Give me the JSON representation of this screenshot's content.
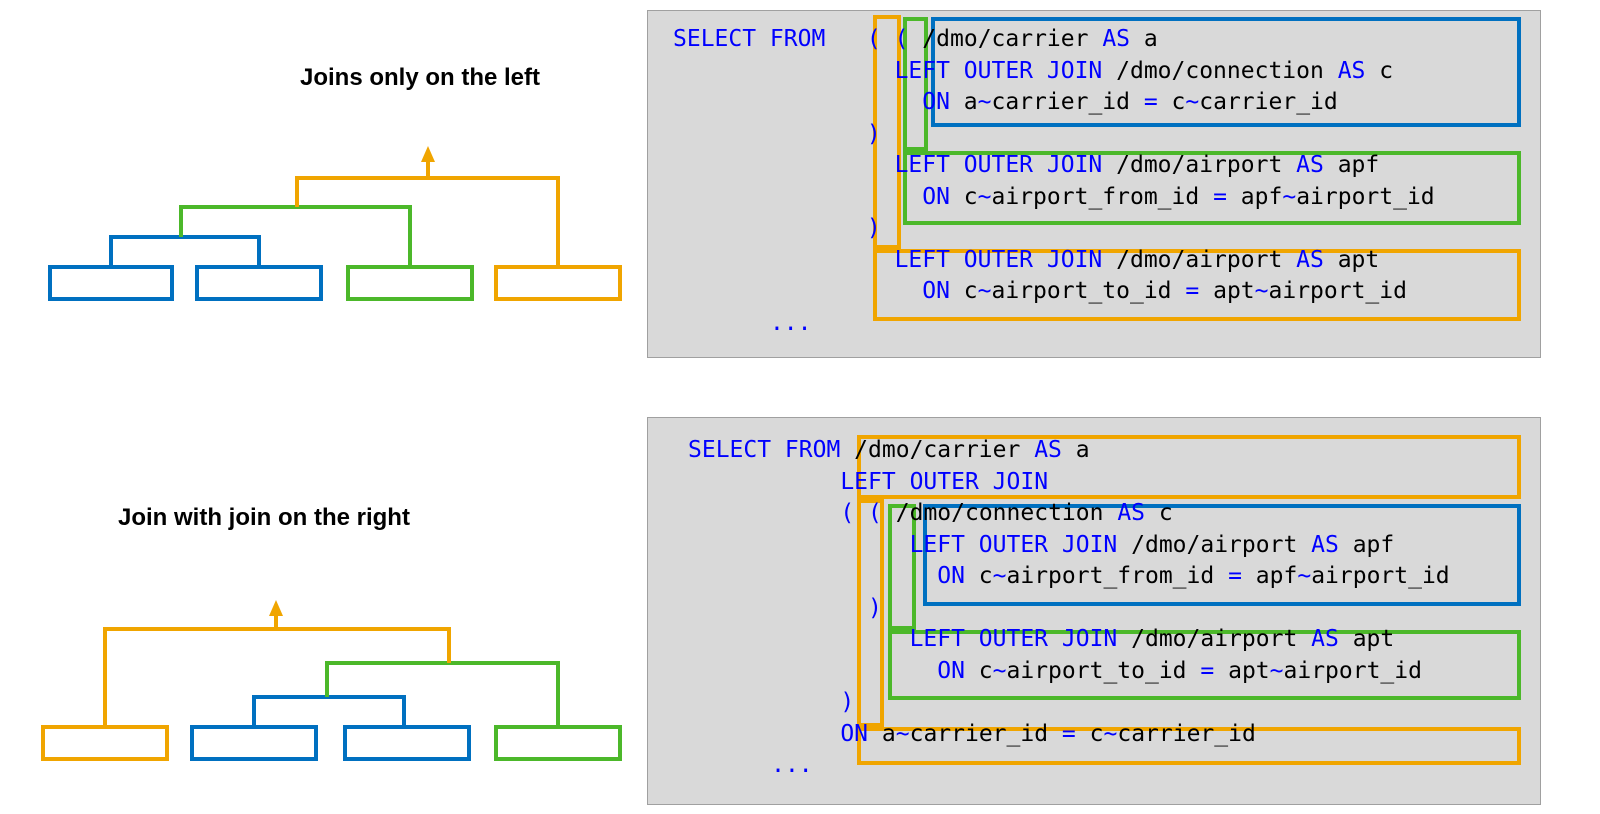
{
  "diagrams": [
    {
      "title": "Joins only on the left",
      "code": [
        [
          {
            "t": "SELECT FROM",
            "k": "kw"
          },
          {
            "t": "   "
          },
          {
            "t": "(",
            "k": "kw"
          },
          {
            "t": " "
          },
          {
            "t": "(",
            "k": "kw"
          },
          {
            "t": " /dmo/carrier "
          },
          {
            "t": "AS",
            "k": "kw"
          },
          {
            "t": " a"
          }
        ],
        [
          {
            "t": "                "
          },
          {
            "t": "LEFT OUTER JOIN",
            "k": "kw"
          },
          {
            "t": " /dmo/connection "
          },
          {
            "t": "AS",
            "k": "kw"
          },
          {
            "t": " c"
          }
        ],
        [
          {
            "t": "                  "
          },
          {
            "t": "ON",
            "k": "kw"
          },
          {
            "t": " a"
          },
          {
            "t": "~",
            "k": "op"
          },
          {
            "t": "carrier_id "
          },
          {
            "t": "=",
            "k": "op"
          },
          {
            "t": " c"
          },
          {
            "t": "~",
            "k": "op"
          },
          {
            "t": "carrier_id"
          }
        ],
        [
          {
            "t": "              "
          },
          {
            "t": ")",
            "k": "kw"
          }
        ],
        [
          {
            "t": "                "
          },
          {
            "t": "LEFT OUTER JOIN",
            "k": "kw"
          },
          {
            "t": " /dmo/airport "
          },
          {
            "t": "AS",
            "k": "kw"
          },
          {
            "t": " apf"
          }
        ],
        [
          {
            "t": "                  "
          },
          {
            "t": "ON",
            "k": "kw"
          },
          {
            "t": " c"
          },
          {
            "t": "~",
            "k": "op"
          },
          {
            "t": "airport_from_id "
          },
          {
            "t": "=",
            "k": "op"
          },
          {
            "t": " apf"
          },
          {
            "t": "~",
            "k": "op"
          },
          {
            "t": "airport_id"
          }
        ],
        [
          {
            "t": "              "
          },
          {
            "t": ")",
            "k": "kw"
          }
        ],
        [
          {
            "t": "                "
          },
          {
            "t": "LEFT OUTER JOIN",
            "k": "kw"
          },
          {
            "t": " /dmo/airport "
          },
          {
            "t": "AS",
            "k": "kw"
          },
          {
            "t": " apt"
          }
        ],
        [
          {
            "t": "                  "
          },
          {
            "t": "ON",
            "k": "kw"
          },
          {
            "t": " c"
          },
          {
            "t": "~",
            "k": "op"
          },
          {
            "t": "airport_to_id "
          },
          {
            "t": "=",
            "k": "op"
          },
          {
            "t": " apt"
          },
          {
            "t": "~",
            "k": "op"
          },
          {
            "t": "airport_id"
          }
        ],
        [
          {
            "t": "       "
          },
          {
            "t": "...",
            "k": "kw"
          }
        ]
      ]
    },
    {
      "title": "Join with join on the right",
      "code": [
        [
          {
            "t": "SELECT FROM",
            "k": "kw"
          },
          {
            "t": " /dmo/carrier "
          },
          {
            "t": "AS",
            "k": "kw"
          },
          {
            "t": " a"
          }
        ],
        [
          {
            "t": "           "
          },
          {
            "t": "LEFT OUTER JOIN",
            "k": "kw"
          }
        ],
        [
          {
            "t": "           "
          },
          {
            "t": "(",
            "k": "kw"
          },
          {
            "t": " "
          },
          {
            "t": "(",
            "k": "kw"
          },
          {
            "t": " /dmo/connection "
          },
          {
            "t": "AS",
            "k": "kw"
          },
          {
            "t": " c"
          }
        ],
        [
          {
            "t": "                "
          },
          {
            "t": "LEFT OUTER JOIN",
            "k": "kw"
          },
          {
            "t": " /dmo/airport "
          },
          {
            "t": "AS",
            "k": "kw"
          },
          {
            "t": " apf"
          }
        ],
        [
          {
            "t": "                  "
          },
          {
            "t": "ON",
            "k": "kw"
          },
          {
            "t": " c"
          },
          {
            "t": "~",
            "k": "op"
          },
          {
            "t": "airport_from_id "
          },
          {
            "t": "=",
            "k": "op"
          },
          {
            "t": " apf"
          },
          {
            "t": "~",
            "k": "op"
          },
          {
            "t": "airport_id"
          }
        ],
        [
          {
            "t": "             "
          },
          {
            "t": ")",
            "k": "kw"
          }
        ],
        [
          {
            "t": "                "
          },
          {
            "t": "LEFT OUTER JOIN",
            "k": "kw"
          },
          {
            "t": " /dmo/airport "
          },
          {
            "t": "AS",
            "k": "kw"
          },
          {
            "t": " apt"
          }
        ],
        [
          {
            "t": "                  "
          },
          {
            "t": "ON",
            "k": "kw"
          },
          {
            "t": " c"
          },
          {
            "t": "~",
            "k": "op"
          },
          {
            "t": "airport_to_id "
          },
          {
            "t": "=",
            "k": "op"
          },
          {
            "t": " apt"
          },
          {
            "t": "~",
            "k": "op"
          },
          {
            "t": "airport_id"
          }
        ],
        [
          {
            "t": "           "
          },
          {
            "t": ")",
            "k": "kw"
          }
        ],
        [
          {
            "t": "           "
          },
          {
            "t": "ON",
            "k": "kw"
          },
          {
            "t": " a"
          },
          {
            "t": "~",
            "k": "op"
          },
          {
            "t": "carrier_id "
          },
          {
            "t": "=",
            "k": "op"
          },
          {
            "t": " c"
          },
          {
            "t": "~",
            "k": "op"
          },
          {
            "t": "carrier_id"
          }
        ],
        [
          {
            "t": "      "
          },
          {
            "t": "...",
            "k": "kw"
          }
        ]
      ]
    }
  ],
  "colors": {
    "blue": "#0070c0",
    "green": "#4cb82a",
    "orange": "#f0a500",
    "keyword": "#0000ff",
    "panel": "#d9d9d9"
  }
}
